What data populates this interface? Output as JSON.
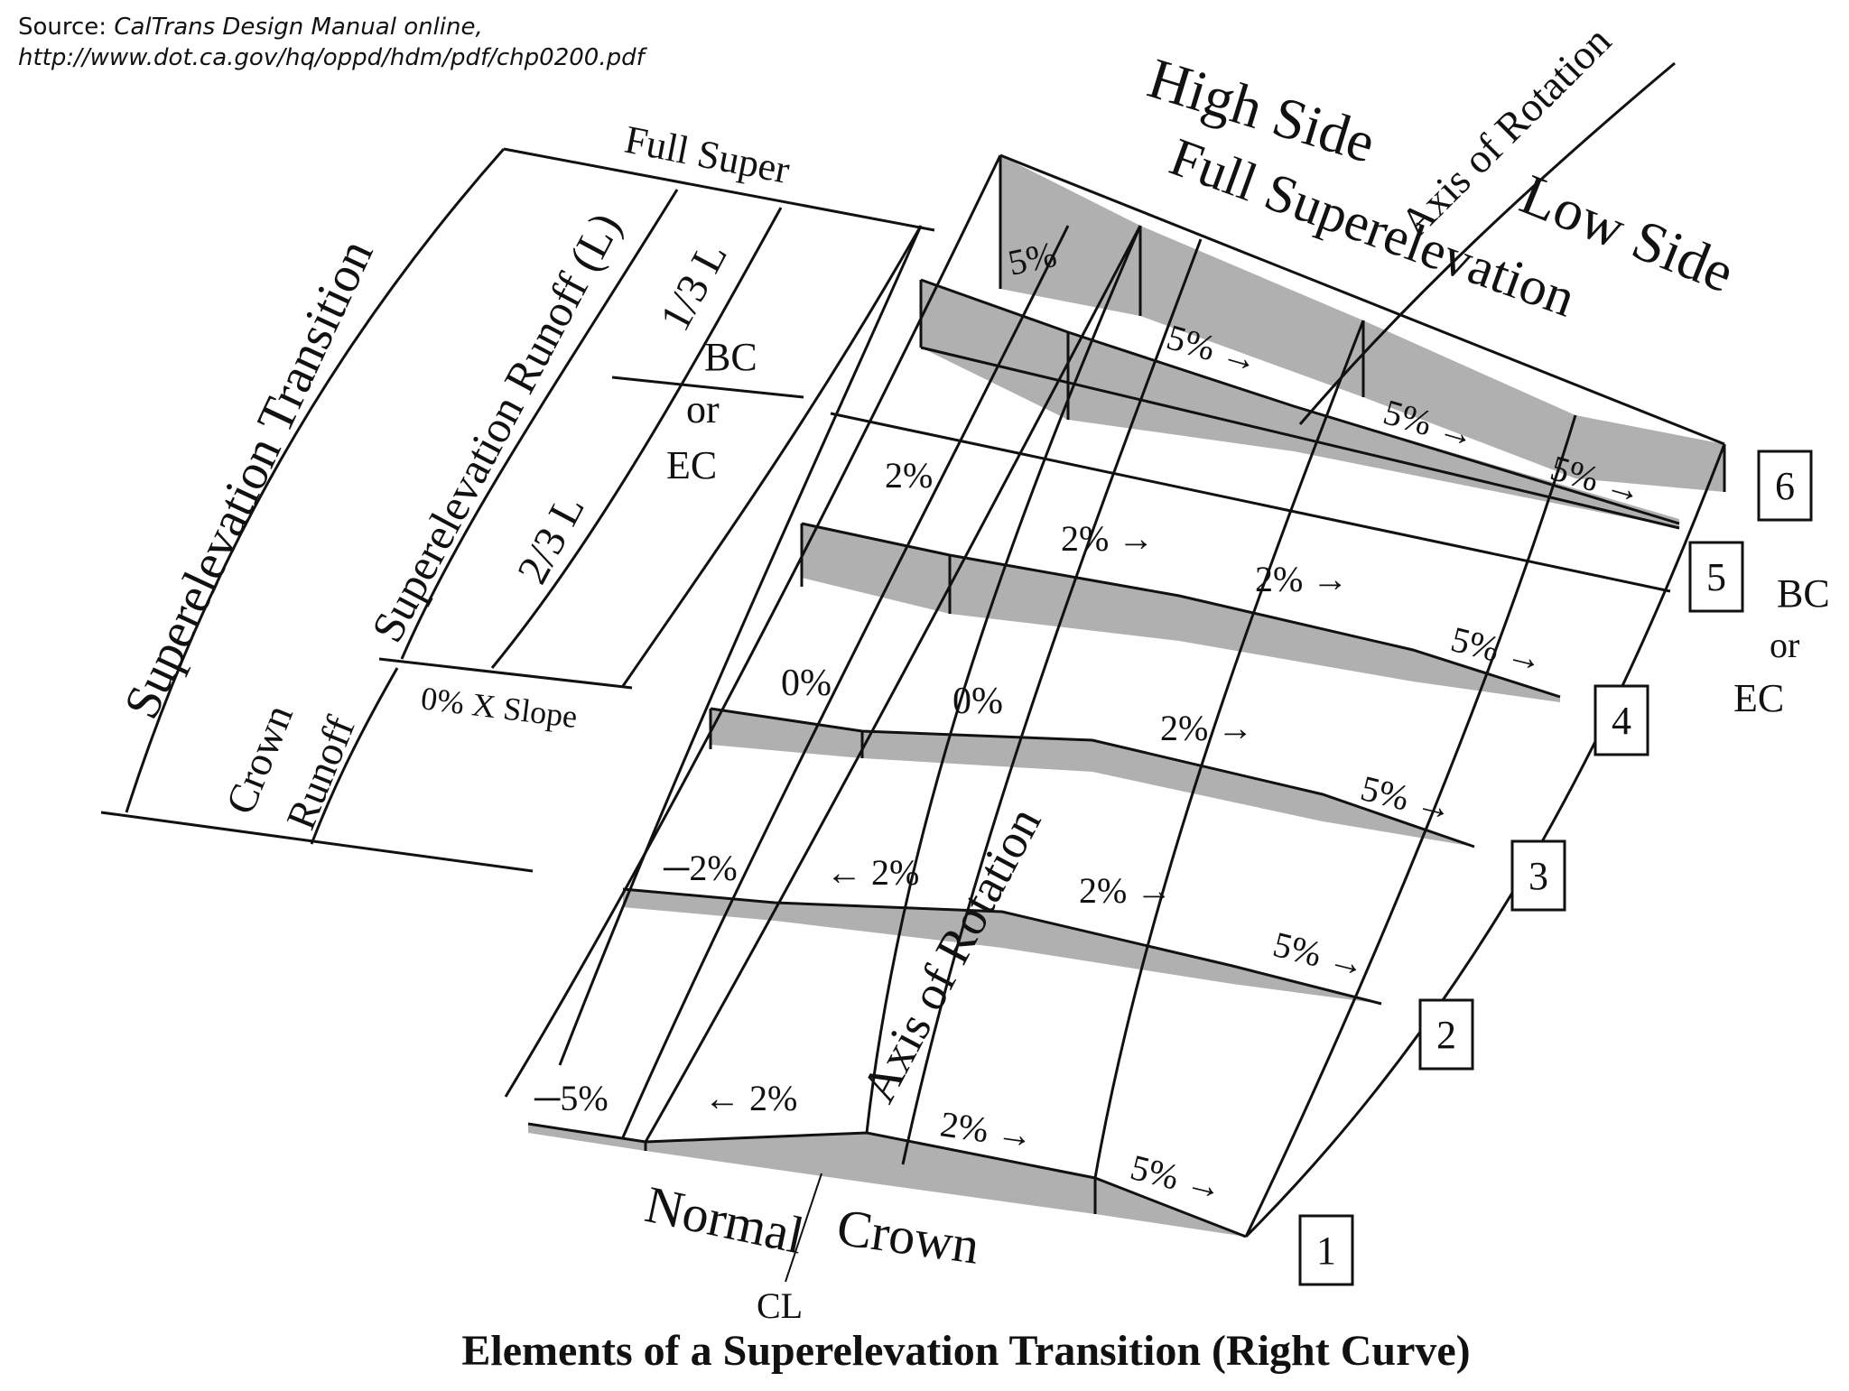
{
  "source": {
    "prefix": "Source: ",
    "publication": "CalTrans Design Manual online,",
    "url": "http://www.dot.ca.gov/hq/oppd/hdm/pdf/chp0200.pdf"
  },
  "title": "Elements of a Superelevation Transition (Right Curve)",
  "labels": {
    "high_side": "High Side",
    "low_side": "Low Side",
    "full_superelevation": "Full Superelevation",
    "axis_rotation_top": "Axis of Rotation",
    "axis_rotation_mid": "Axis of Rotation",
    "full_super": "Full Super",
    "one_third_l": "1/3 L",
    "two_thirds_l": "2/3 L",
    "superelevation_runoff": "Superelevation Runoff (L)",
    "superelevation_transition": "Superelevation Transition",
    "crown": "Crown",
    "runoff": "Runoff",
    "zero_x_slope": "0% X Slope",
    "bc_left": "BC",
    "or_left": "or",
    "ec_left": "EC",
    "bc_right": "BC",
    "or_right": "or",
    "ec_right": "EC",
    "normal": "Normal",
    "crown_bottom": "Crown",
    "cl": "CL"
  },
  "sections": [
    {
      "number": "1",
      "slopes": [
        "─5%",
        "← 2%",
        "2% →",
        "5% →"
      ]
    },
    {
      "number": "2",
      "slopes": [
        "─2%",
        "← 2%",
        "2% →",
        "5% →"
      ]
    },
    {
      "number": "3",
      "slopes": [
        "0%",
        "0%",
        "2% →",
        "5% →"
      ]
    },
    {
      "number": "4",
      "slopes": [
        "2%",
        "2% →",
        "2% →",
        "5% →"
      ]
    },
    {
      "number": "5",
      "slopes": []
    },
    {
      "number": "6",
      "slopes": [
        "5%",
        "5% →",
        "5% →",
        "5% →"
      ]
    }
  ],
  "colors": {
    "line": "#111111",
    "shade": "#b0b0b0",
    "background": "#ffffff"
  }
}
